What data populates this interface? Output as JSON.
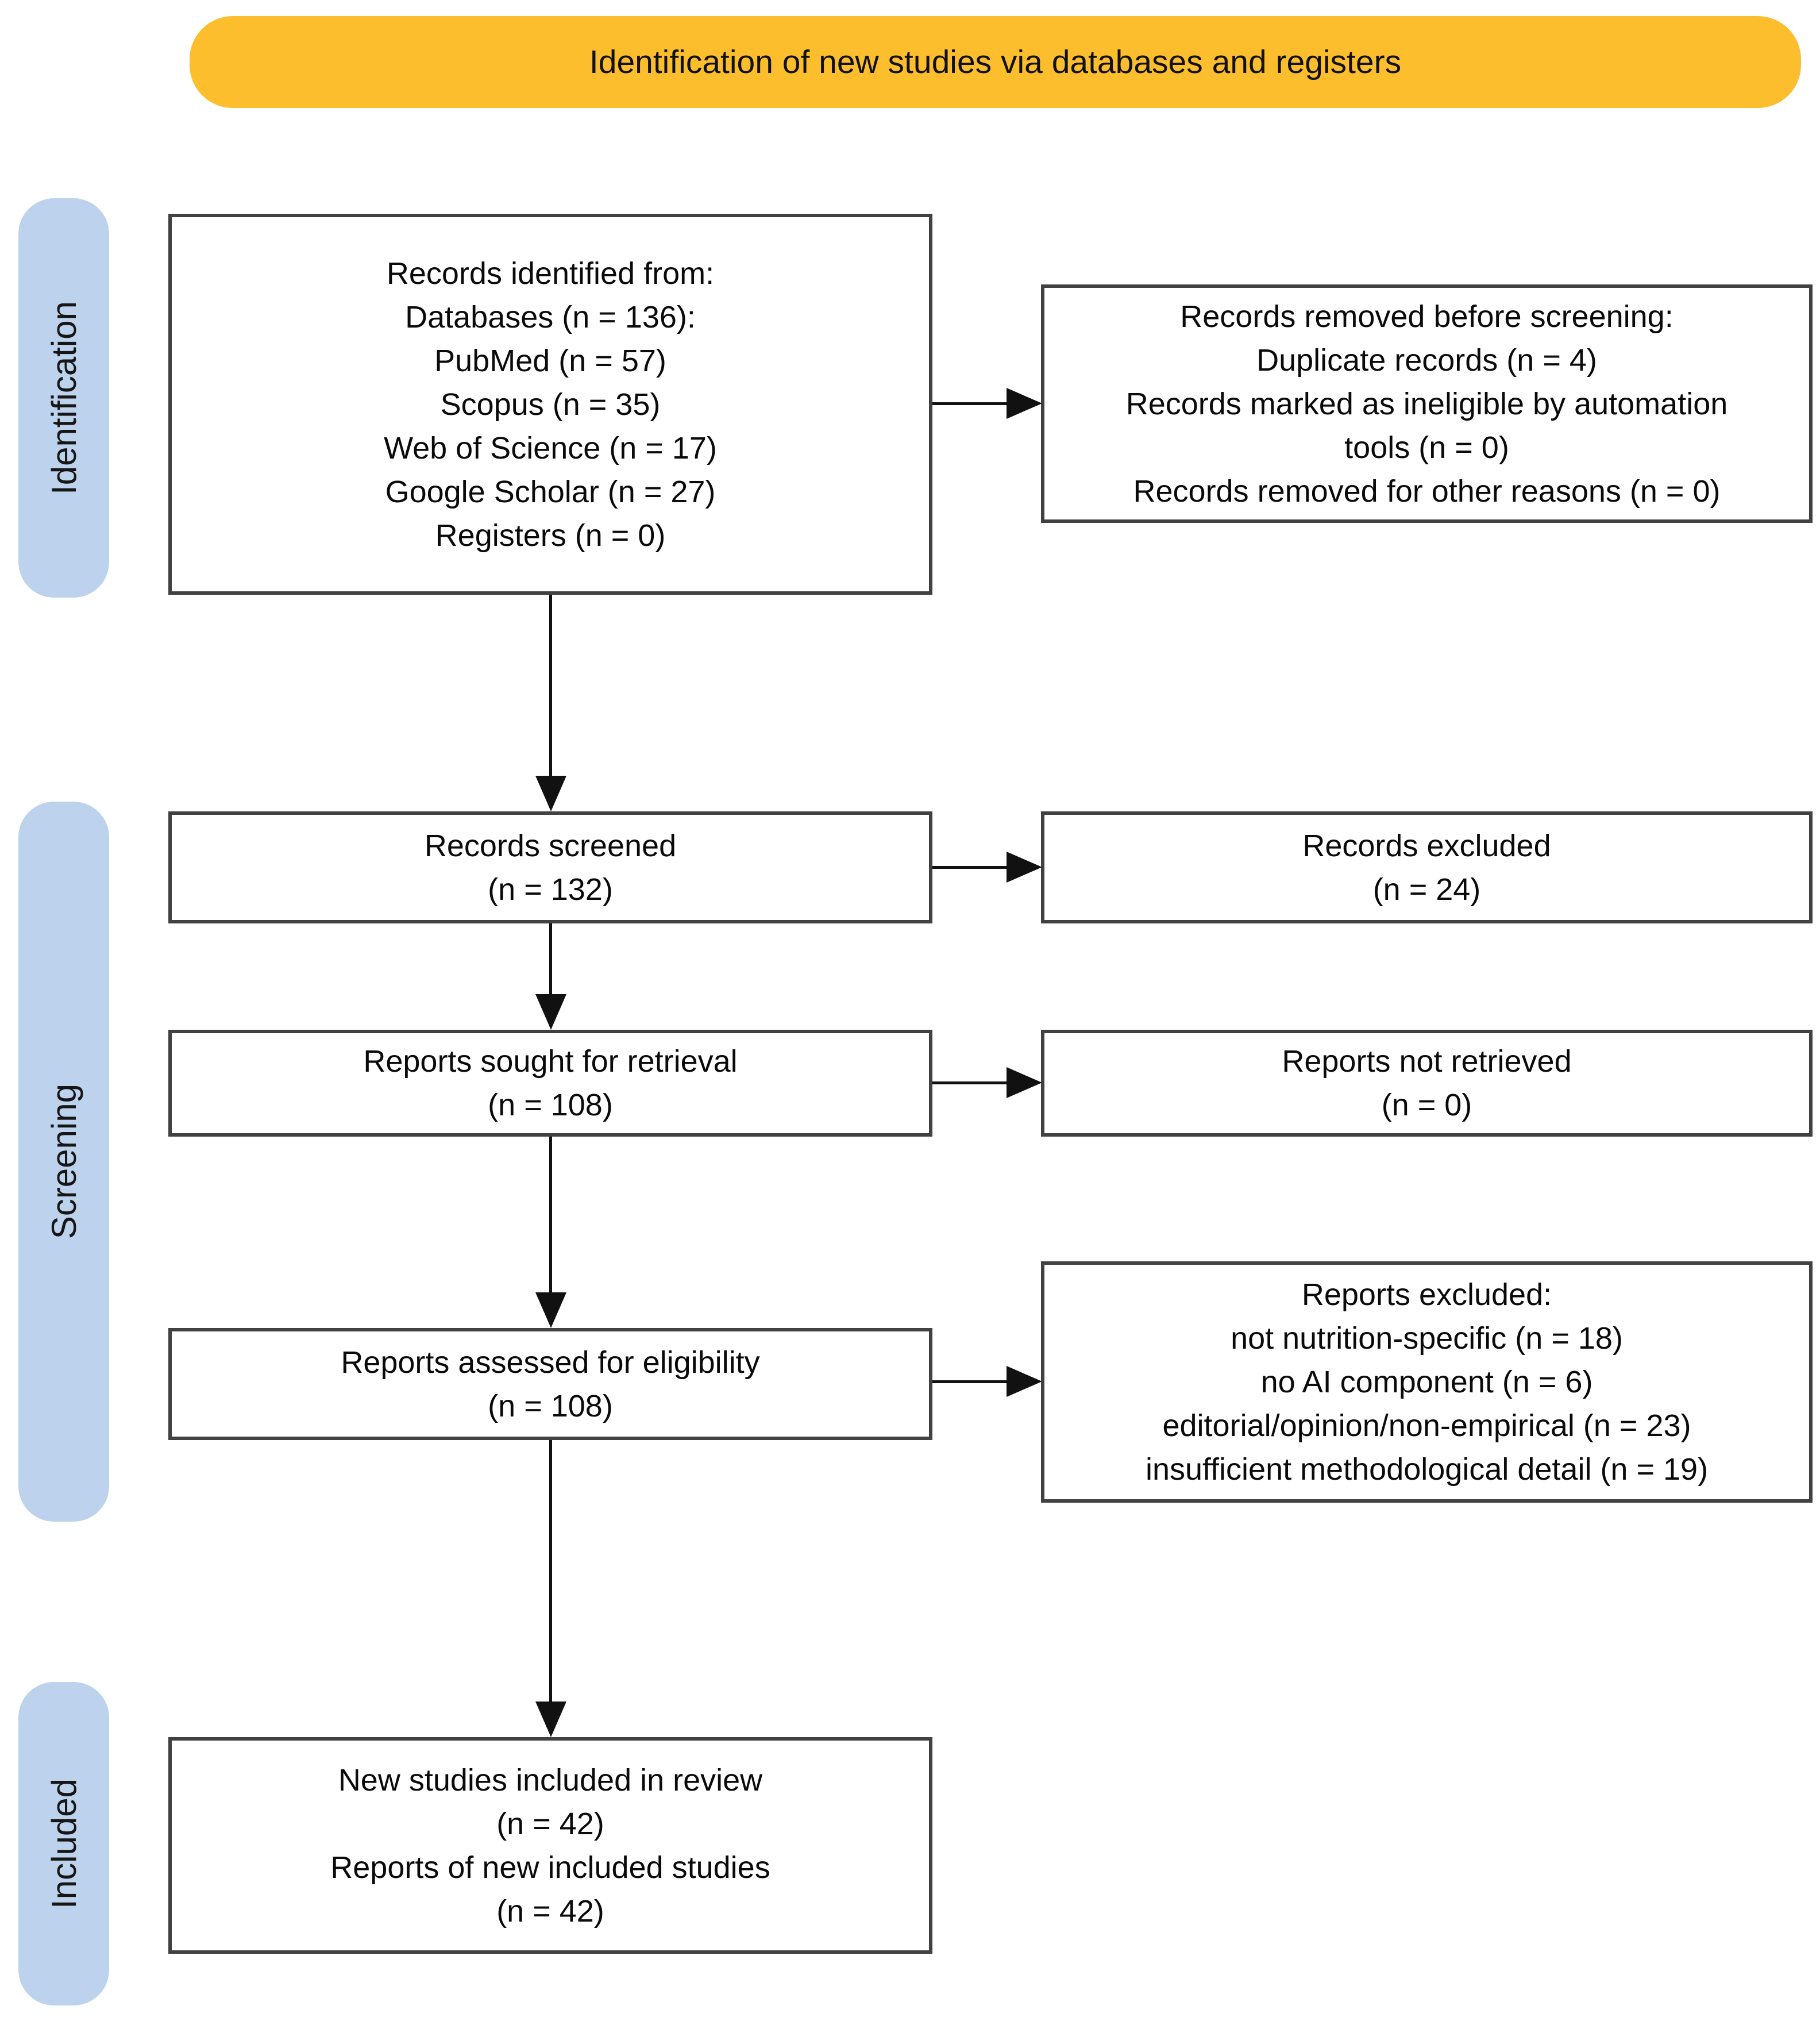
{
  "banner": {
    "label": "Identification of new studies via databases and registers"
  },
  "stages": {
    "identification": {
      "label": "Identification"
    },
    "screening": {
      "label": "Screening"
    },
    "included": {
      "label": "Included"
    }
  },
  "boxes": {
    "records_identified": {
      "lines": [
        "Records identified from:",
        "Databases (n = 136):",
        "PubMed (n = 57)",
        "Scopus (n = 35)",
        "Web of Science (n = 17)",
        "Google Scholar (n = 27)",
        "Registers (n = 0)"
      ]
    },
    "records_removed": {
      "lines": [
        "Records removed before screening:",
        "Duplicate records (n = 4)",
        "Records marked as ineligible by automation",
        "tools (n = 0)",
        "Records removed for other reasons (n = 0)"
      ]
    },
    "records_screened": {
      "lines": [
        "Records screened",
        "(n = 132)"
      ]
    },
    "records_excluded": {
      "lines": [
        "Records excluded",
        "(n = 24)"
      ]
    },
    "reports_sought": {
      "lines": [
        "Reports sought for retrieval",
        "(n = 108)"
      ]
    },
    "reports_not_retrieved": {
      "lines": [
        "Reports not retrieved",
        "(n = 0)"
      ]
    },
    "reports_assessed": {
      "lines": [
        "Reports assessed for eligibility",
        "(n = 108)"
      ]
    },
    "reports_excluded": {
      "lines": [
        "Reports excluded:",
        "not nutrition-specific (n = 18)",
        "no AI component (n = 6)",
        "editorial/opinion/non-empirical (n = 23)",
        "insufficient methodological detail (n = 19)"
      ]
    },
    "new_studies_included": {
      "lines": [
        "New studies included in review",
        "(n = 42)",
        "Reports of new included studies",
        "(n = 42)"
      ]
    }
  },
  "colors": {
    "banner_bg": "#FCBE2D",
    "stage_bg": "#BDD2ED",
    "box_border": "#414141",
    "arrow": "#111111"
  }
}
